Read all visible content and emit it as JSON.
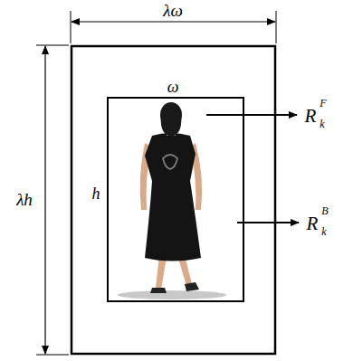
{
  "diagram": {
    "labels": [
      "λω",
      "λh",
      "ω",
      "h",
      "R",
      "k",
      "F",
      "R",
      "k",
      "B"
    ]
  }
}
